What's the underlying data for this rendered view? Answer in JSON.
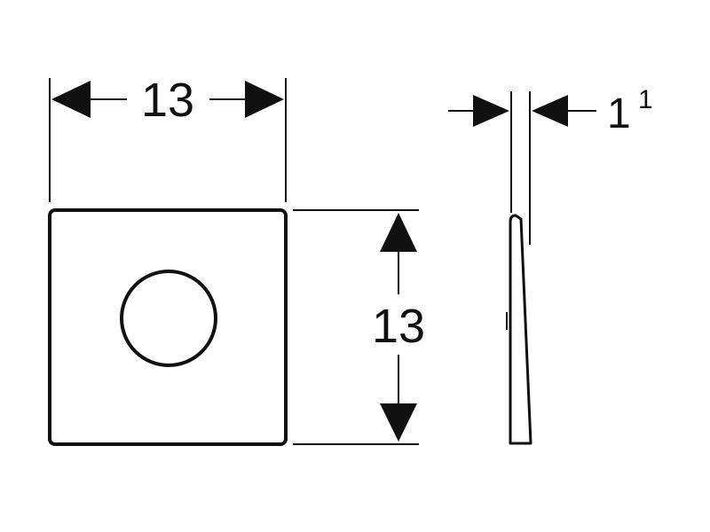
{
  "drawing": {
    "dimensions": {
      "width": "13",
      "height": "13",
      "thickness_main": "1",
      "thickness_sup": "1"
    },
    "colors": {
      "line": "#111111",
      "background": "#ffffff"
    }
  }
}
